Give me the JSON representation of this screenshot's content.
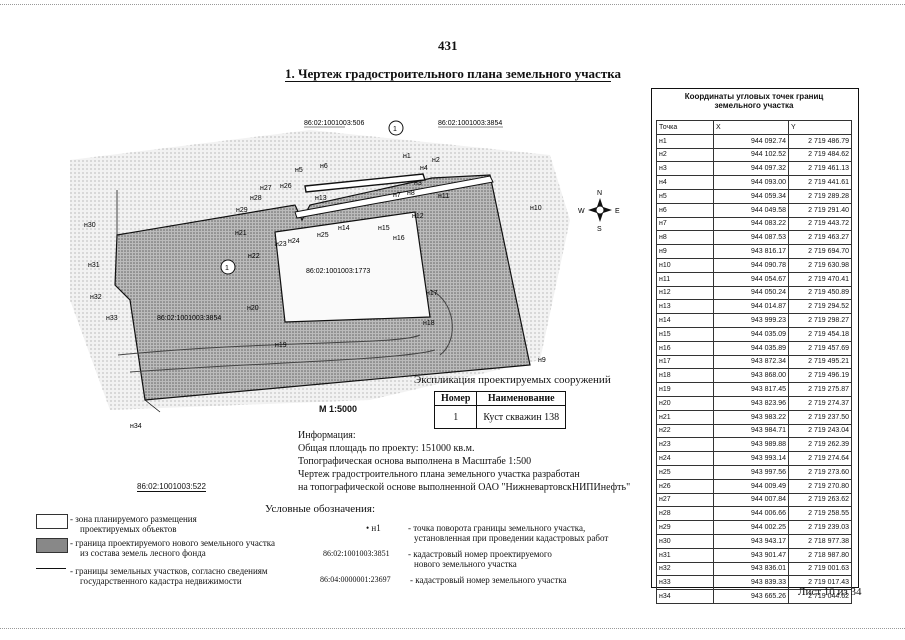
{
  "page_number": "431",
  "title": "1. Чертеж градостроительного плана земельного участка",
  "drawing": {
    "cadastral_labels": [
      "86:02:1001003:506",
      "86:02:1001003:3854",
      "86:02:1001003:1773",
      "86:02:1001003:3854",
      "86:02:1001003:522"
    ],
    "object_marker": "1",
    "compass": {
      "n": "N",
      "s": "S",
      "e": "E",
      "w": "W"
    },
    "point_labels": [
      "н1",
      "н2",
      "н3",
      "н4",
      "н5",
      "н6",
      "н7",
      "н8",
      "н9",
      "н10",
      "н11",
      "н12",
      "н13",
      "н14",
      "н15",
      "н16",
      "н17",
      "н18",
      "н19",
      "н20",
      "н21",
      "н22",
      "н23",
      "н24",
      "н25",
      "н26",
      "н27",
      "н28",
      "н29",
      "н30",
      "н31",
      "н32",
      "н33",
      "н34"
    ]
  },
  "coordinates": {
    "title_line1": "Координаты угловых точек границ",
    "title_line2": "земельного участка",
    "headers": [
      "Точка",
      "X",
      "Y"
    ],
    "rows": [
      [
        "н1",
        "944 092.74",
        "2 719 486.79"
      ],
      [
        "н2",
        "944 102.52",
        "2 719 484.62"
      ],
      [
        "н3",
        "944 097.32",
        "2 719 461.13"
      ],
      [
        "н4",
        "944 093.00",
        "2 719 441.61"
      ],
      [
        "н5",
        "944 059.34",
        "2 719 289.28"
      ],
      [
        "н6",
        "944 049.58",
        "2 719 291.40"
      ],
      [
        "н7",
        "944 083.22",
        "2 719 443.72"
      ],
      [
        "н8",
        "944 087.53",
        "2 719 463.27"
      ],
      [
        "н9",
        "943 816.17",
        "2 719 694.70"
      ],
      [
        "н10",
        "944 090.78",
        "2 719 630.98"
      ],
      [
        "н11",
        "944 054.67",
        "2 719 470.41"
      ],
      [
        "н12",
        "944 050.24",
        "2 719 450.89"
      ],
      [
        "н13",
        "944 014.87",
        "2 719 294.52"
      ],
      [
        "н14",
        "943 999.23",
        "2 719 298.27"
      ],
      [
        "н15",
        "944 035.09",
        "2 719 454.18"
      ],
      [
        "н16",
        "944 035.89",
        "2 719 457.69"
      ],
      [
        "н17",
        "943 872.34",
        "2 719 495.21"
      ],
      [
        "н18",
        "943 868.00",
        "2 719 496.19"
      ],
      [
        "н19",
        "943 817.45",
        "2 719 275.87"
      ],
      [
        "н20",
        "943 823.96",
        "2 719 274.37"
      ],
      [
        "н21",
        "943 983.22",
        "2 719 237.50"
      ],
      [
        "н22",
        "943 984.71",
        "2 719 243.04"
      ],
      [
        "н23",
        "943 989.88",
        "2 719 262.39"
      ],
      [
        "н24",
        "943 993.14",
        "2 719 274.64"
      ],
      [
        "н25",
        "943 997.56",
        "2 719 273.60"
      ],
      [
        "н26",
        "944 009.49",
        "2 719 270.80"
      ],
      [
        "н27",
        "944 007.84",
        "2 719 263.62"
      ],
      [
        "н28",
        "944 006.66",
        "2 719 258.55"
      ],
      [
        "н29",
        "944 002.25",
        "2 719 239.03"
      ],
      [
        "н30",
        "943 943.17",
        "2 718 977.38"
      ],
      [
        "н31",
        "943 901.47",
        "2 718 987.80"
      ],
      [
        "н32",
        "943 836.01",
        "2 719 001.63"
      ],
      [
        "н33",
        "943 839.33",
        "2 719 017.43"
      ],
      [
        "н34",
        "943 665.26",
        "2 719 044.62"
      ]
    ]
  },
  "explication": {
    "title": "Экспликация проектируемых сооружений",
    "headers": [
      "Номер",
      "Наименование"
    ],
    "rows": [
      [
        "1",
        "Куст скважин 138"
      ]
    ]
  },
  "scale": "М 1:5000",
  "info": {
    "heading": "Информация:",
    "lines": [
      "Общая площадь по проекту: 151000 кв.м.",
      "Топографическая основа выполнена в Масштабе 1:500",
      "Чертеж градостроительного плана земельного участка разработан",
      "на топографической основе выполненной ОАО \"НижневартовскНИПИнефть\""
    ]
  },
  "legend": {
    "title": "Условные обозначения:",
    "items": [
      {
        "line1": "- зона планируемого размещения",
        "line2": "проектируемых объектов"
      },
      {
        "line1": "- граница проектируемого нового земельного участка",
        "line2": "из состава земель лесного фонда"
      },
      {
        "line1": "- границы земельных участков, согласно сведениям",
        "line2": "государственного кадастра недвижимости"
      }
    ],
    "right_items": [
      {
        "sample": "• н1",
        "line1": "- точка поворота границы земельного участка,",
        "line2": "установленная при проведении кадастровых работ"
      },
      {
        "sample": "86:02:1001003:3851",
        "line1": "- кадастровый номер проектируемого",
        "line2": "нового земельного участка"
      },
      {
        "sample": "86:04:0000001:23697",
        "line1": "- кадастровый номер земельного участка",
        "line2": ""
      }
    ]
  },
  "sheet": "Лист 10 из 34"
}
